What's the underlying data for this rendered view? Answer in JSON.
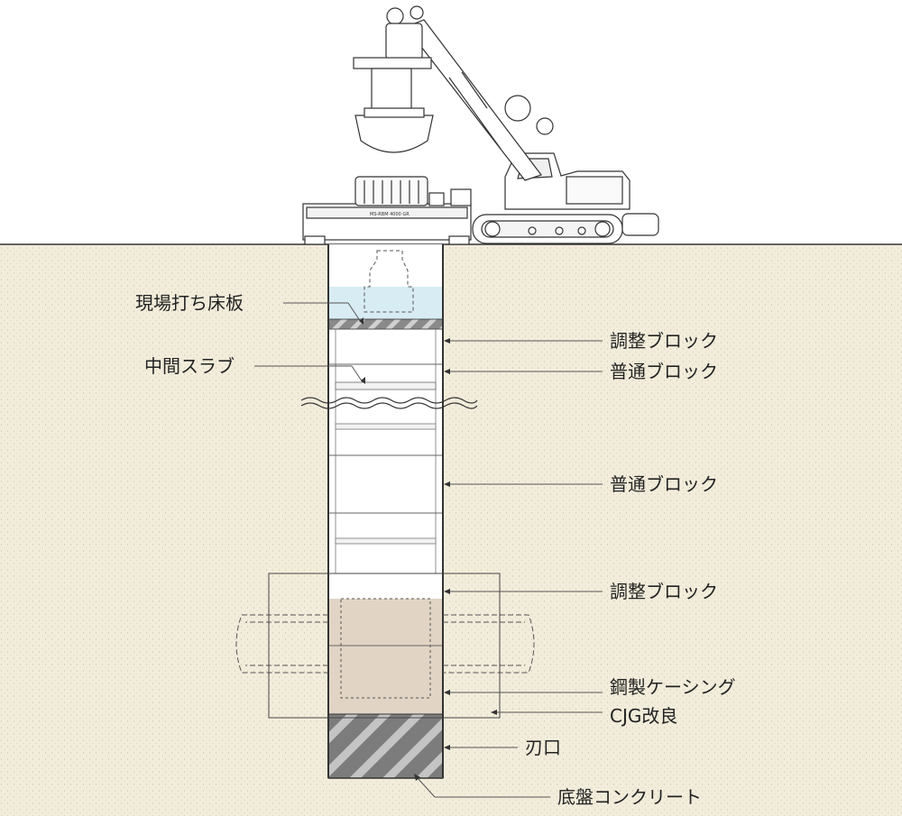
{
  "colors": {
    "soil": "#f2ecdb",
    "water": "#d7ecf3",
    "cjg": "#e1d4c4",
    "hatch": "#7c7c7c",
    "line": "#333333",
    "machine": "#ffffff"
  },
  "labels": {
    "slab": "現場打ち床板",
    "mid_slab": "中間スラブ",
    "adjust_top": "調整ブロック",
    "normal_top": "普通ブロック",
    "normal_mid": "普通ブロック",
    "adjust_bottom": "調整ブロック",
    "casing": "鋼製ケーシング",
    "cjg": "CJG改良",
    "cutting_edge": "刃口",
    "base_concrete": "底盤コンクリート"
  },
  "machine_plates": {
    "rig_plate": "MS-RBM 4000 GR"
  }
}
